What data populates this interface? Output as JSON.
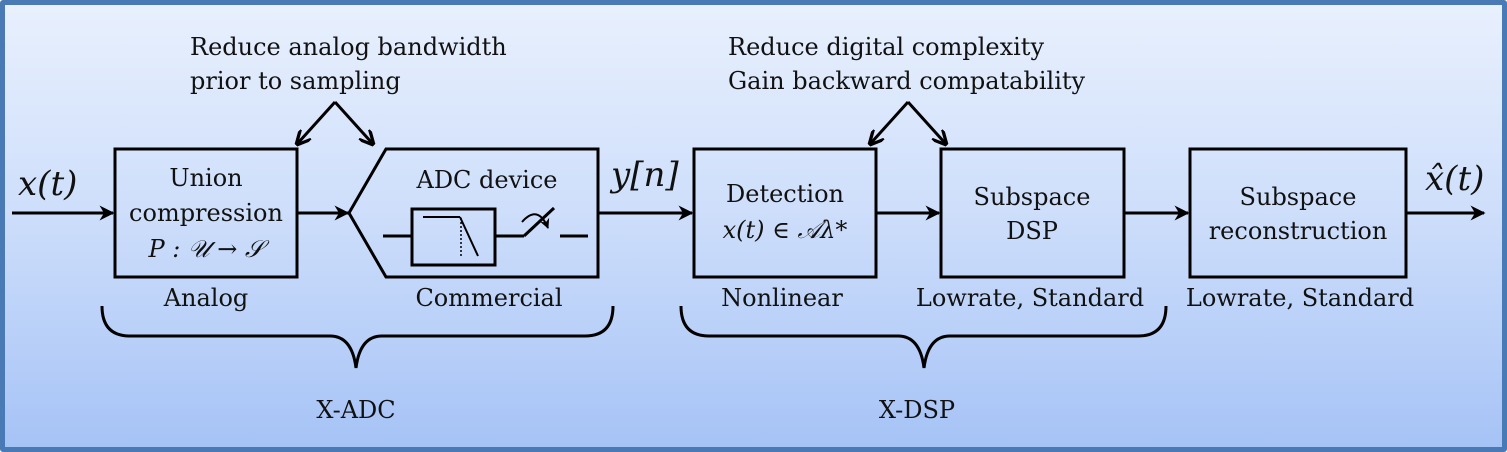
{
  "diagram": {
    "colors": {
      "border": "#4a7ab5",
      "background_top": "#e8f0fd",
      "background_bottom": "#a6c3f6",
      "stroke": "#000000"
    },
    "signals": {
      "input": "x(t)",
      "intermediate": "y[n]",
      "output": "x̂(t)"
    },
    "annotations": {
      "analog": [
        "Reduce analog bandwidth",
        "prior to sampling"
      ],
      "digital": [
        "Reduce digital complexity",
        "Gain backward compatability"
      ]
    },
    "blocks": [
      {
        "id": "union-compression",
        "lines": [
          "Union",
          "compression"
        ],
        "math": "P : 𝒰 → 𝒮",
        "caption": "Analog"
      },
      {
        "id": "adc-device",
        "lines": [
          "ADC device"
        ],
        "caption": "Commercial"
      },
      {
        "id": "detection",
        "lines": [
          "Detection"
        ],
        "math": "x(t) ∈ 𝒜λ*",
        "caption": "Nonlinear"
      },
      {
        "id": "subspace-dsp",
        "lines": [
          "Subspace",
          "DSP"
        ],
        "caption": "Lowrate, Standard"
      },
      {
        "id": "subspace-reconstruction",
        "lines": [
          "Subspace",
          "reconstruction"
        ],
        "caption": "Lowrate, Standard"
      }
    ],
    "groups": [
      {
        "label": "X-ADC"
      },
      {
        "label": "X-DSP"
      }
    ]
  }
}
